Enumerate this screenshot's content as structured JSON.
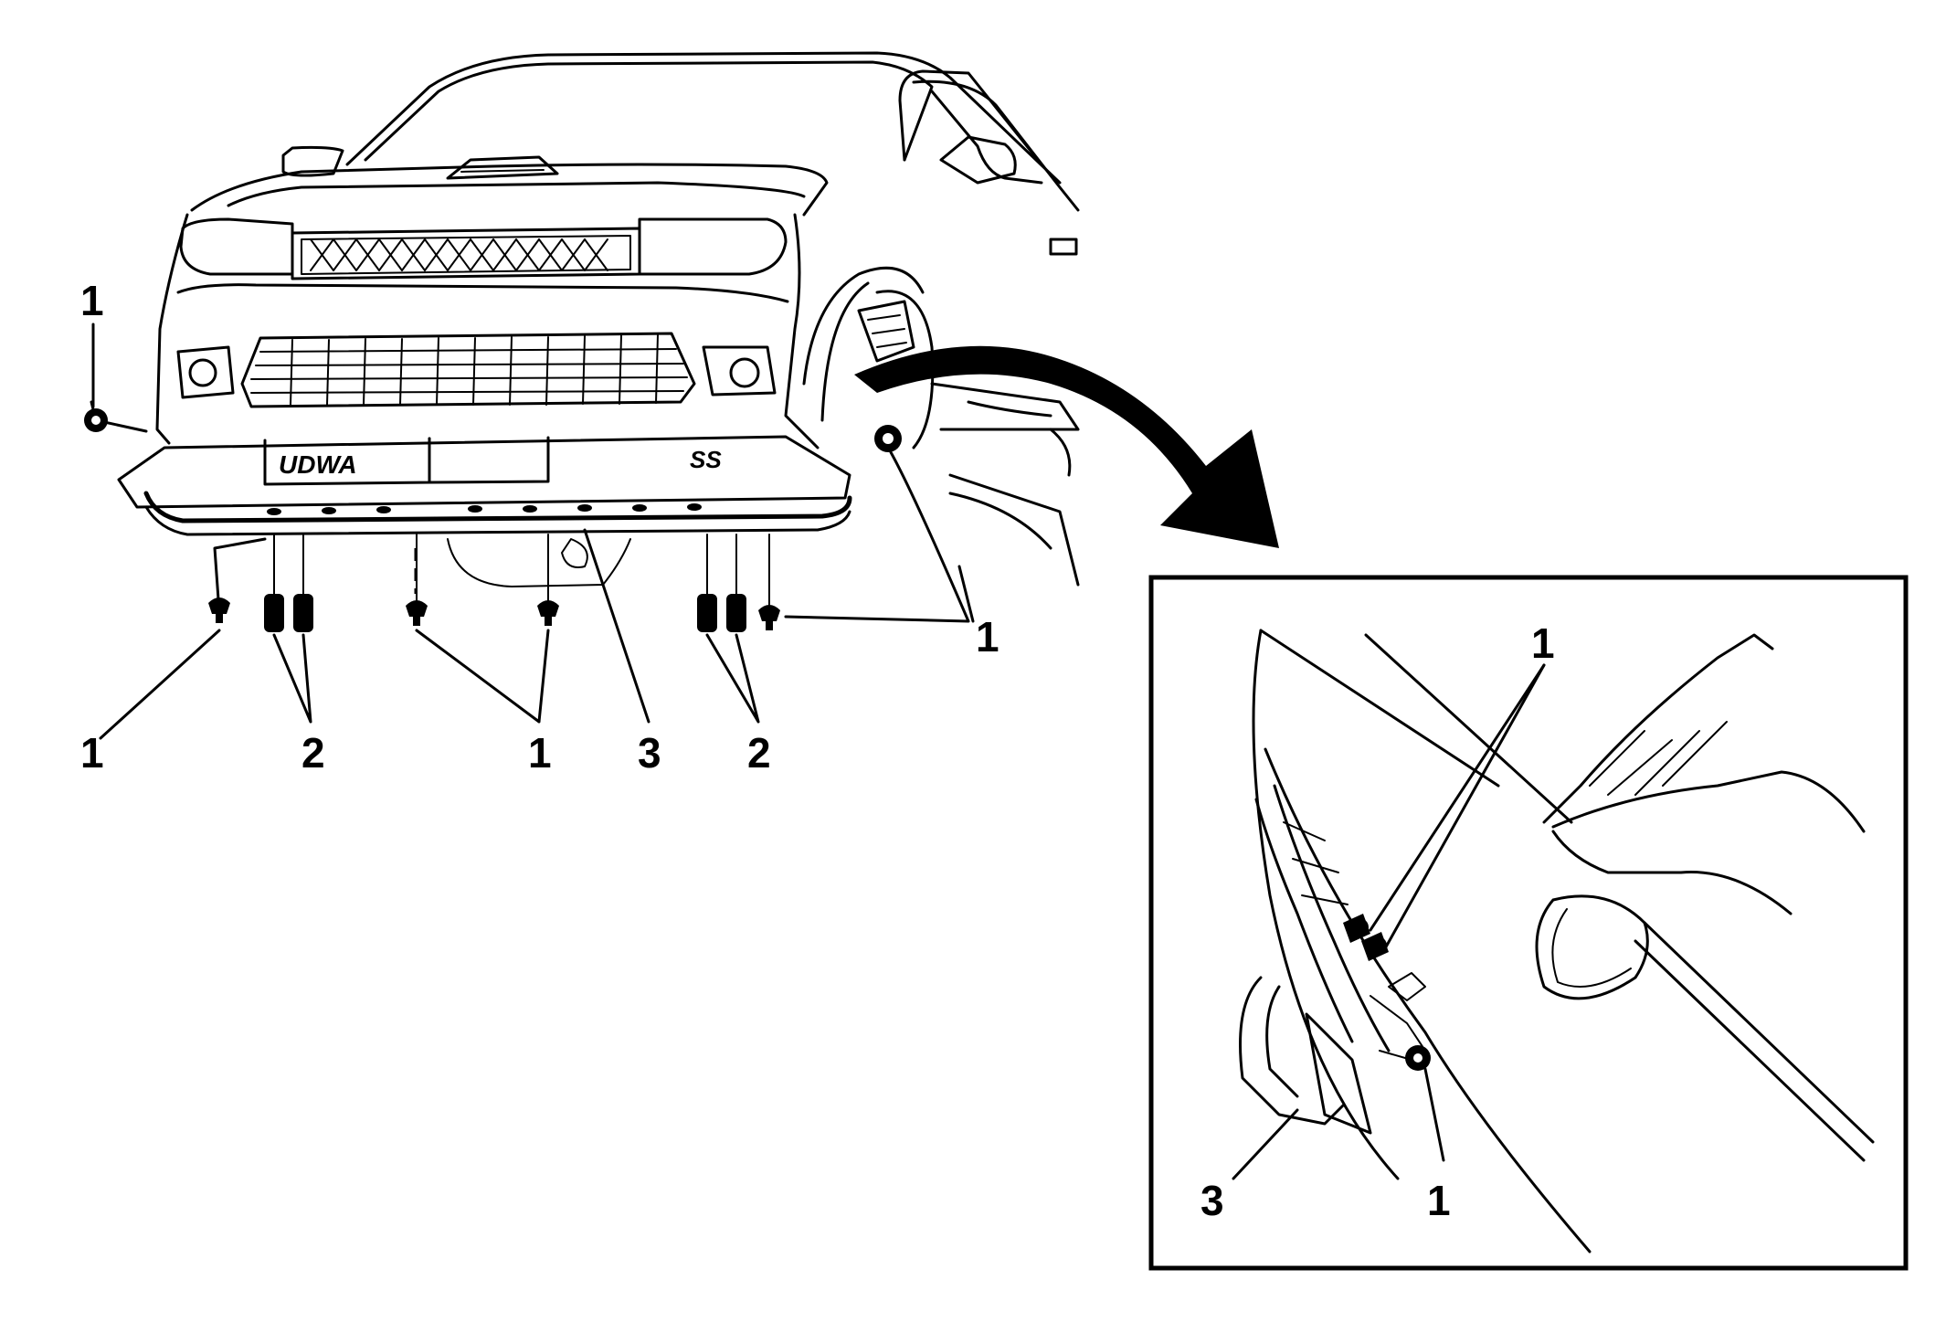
{
  "callouts": {
    "main": [
      {
        "id": "m-1-topleft",
        "text": "1"
      },
      {
        "id": "m-1-right",
        "text": "1"
      },
      {
        "id": "m-1-bottomleft",
        "text": "1"
      },
      {
        "id": "m-2-left",
        "text": "2"
      },
      {
        "id": "m-1-center",
        "text": "1"
      },
      {
        "id": "m-3",
        "text": "3"
      },
      {
        "id": "m-2-right",
        "text": "2"
      }
    ],
    "inset": [
      {
        "id": "i-1-top",
        "text": "1"
      },
      {
        "id": "i-3",
        "text": "3"
      },
      {
        "id": "i-1-bottom",
        "text": "1"
      }
    ]
  },
  "emblems": {
    "front_plate": "UDWA",
    "side_badge": "SS"
  }
}
